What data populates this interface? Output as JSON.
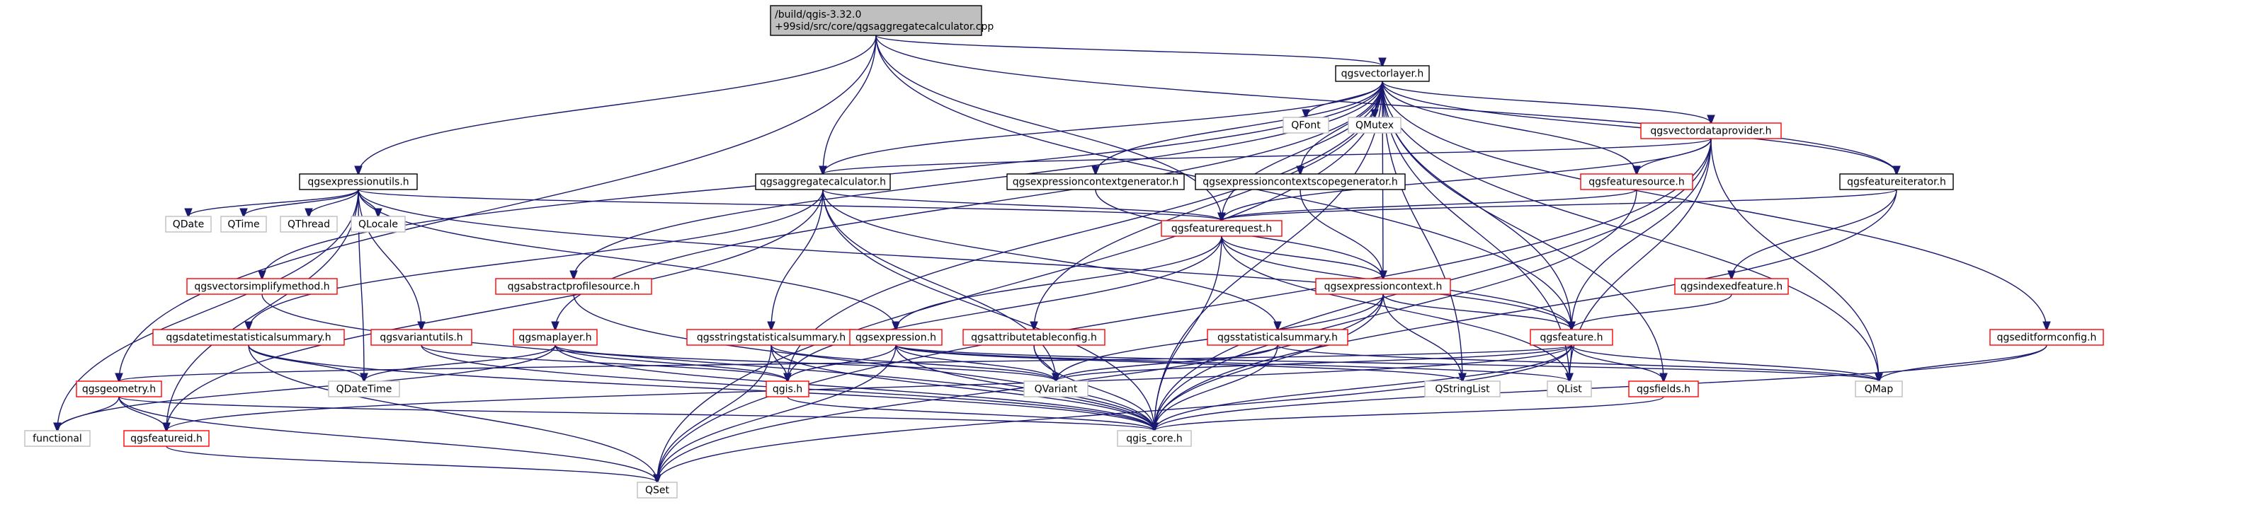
{
  "diagram": {
    "colors": {
      "edge": "#191970",
      "root_fill": "#bfbfbf",
      "root_border": "#000000",
      "node_fill": "#ffffff",
      "node_border_black": "#000000",
      "node_border_red": "#ff0000",
      "node_border_grey": "#bfbfbf"
    },
    "nodes": [
      {
        "id": "root",
        "label": [
          "/build/qgis-3.32.0",
          "+99sid/src/core/qgsaggregatecalculator.cpp"
        ],
        "style": "root"
      },
      {
        "id": "qgsvectorlayer",
        "label": [
          "qgsvectorlayer.h"
        ],
        "style": "black"
      },
      {
        "id": "qgsexpressionutils",
        "label": [
          "qgsexpressionutils.h"
        ],
        "style": "black"
      },
      {
        "id": "qgsaggregatecalculator",
        "label": [
          "qgsaggregatecalculator.h"
        ],
        "style": "black"
      },
      {
        "id": "qgsexpressioncontextgenerator",
        "label": [
          "qgsexpressioncontextgenerator.h"
        ],
        "style": "black"
      },
      {
        "id": "qgsexpressioncontextscopegenerator",
        "label": [
          "qgsexpressioncontextscopegenerator.h"
        ],
        "style": "black"
      },
      {
        "id": "qgsvectordataprovider",
        "label": [
          "qgsvectordataprovider.h"
        ],
        "style": "red"
      },
      {
        "id": "qgsfeaturesource",
        "label": [
          "qgsfeaturesource.h"
        ],
        "style": "red"
      },
      {
        "id": "qgsfeatureiterator",
        "label": [
          "qgsfeatureiterator.h"
        ],
        "style": "black"
      },
      {
        "id": "qgsfeaturerequest",
        "label": [
          "qgsfeaturerequest.h"
        ],
        "style": "red"
      },
      {
        "id": "qgsexpressioncontext",
        "label": [
          "qgsexpressioncontext.h"
        ],
        "style": "red"
      },
      {
        "id": "qgsindexedfeature",
        "label": [
          "qgsindexedfeature.h"
        ],
        "style": "red"
      },
      {
        "id": "qgsfeature",
        "label": [
          "qgsfeature.h"
        ],
        "style": "red"
      },
      {
        "id": "qgseditformconfig",
        "label": [
          "qgseditformconfig.h"
        ],
        "style": "red"
      },
      {
        "id": "qgsvectorsimplifymethod",
        "label": [
          "qgsvectorsimplifymethod.h"
        ],
        "style": "red"
      },
      {
        "id": "qgsabstractprofilesource",
        "label": [
          "qgsabstractprofilesource.h"
        ],
        "style": "red"
      },
      {
        "id": "qgsdatetimestatisticalsummary",
        "label": [
          "qgsdatetimestatisticalsummary.h"
        ],
        "style": "red"
      },
      {
        "id": "qgsvariantutils",
        "label": [
          "qgsvariantutils.h"
        ],
        "style": "red"
      },
      {
        "id": "qgsmaplayer",
        "label": [
          "qgsmaplayer.h"
        ],
        "style": "red"
      },
      {
        "id": "qgsstringstatisticalsummary",
        "label": [
          "qgsstringstatisticalsummary.h"
        ],
        "style": "red"
      },
      {
        "id": "qgsexpression",
        "label": [
          "qgsexpression.h"
        ],
        "style": "red"
      },
      {
        "id": "qgsattributetableconfig",
        "label": [
          "qgsattributetableconfig.h"
        ],
        "style": "red"
      },
      {
        "id": "qgsstatisticalsummary",
        "label": [
          "qgsstatisticalsummary.h"
        ],
        "style": "red"
      },
      {
        "id": "qgsfields",
        "label": [
          "qgsfields.h"
        ],
        "style": "red"
      },
      {
        "id": "qgsgeometry",
        "label": [
          "qgsgeometry.h"
        ],
        "style": "red"
      },
      {
        "id": "qgsfeatureid",
        "label": [
          "qgsfeatureid.h"
        ],
        "style": "red"
      },
      {
        "id": "qgis",
        "label": [
          "qgis.h"
        ],
        "style": "red"
      },
      {
        "id": "qgis_core",
        "label": [
          "qgis_core.h"
        ],
        "style": "grey"
      },
      {
        "id": "QSet",
        "label": [
          "QSet"
        ],
        "style": "grey"
      },
      {
        "id": "functional",
        "label": [
          "functional"
        ],
        "style": "grey"
      },
      {
        "id": "QDateTime",
        "label": [
          "QDateTime"
        ],
        "style": "grey"
      },
      {
        "id": "QVariant",
        "label": [
          "QVariant"
        ],
        "style": "grey"
      },
      {
        "id": "QStringList",
        "label": [
          "QStringList"
        ],
        "style": "grey"
      },
      {
        "id": "QList",
        "label": [
          "QList"
        ],
        "style": "grey"
      },
      {
        "id": "QMap",
        "label": [
          "QMap"
        ],
        "style": "grey"
      },
      {
        "id": "QFont",
        "label": [
          "QFont"
        ],
        "style": "grey"
      },
      {
        "id": "QMutex",
        "label": [
          "QMutex"
        ],
        "style": "grey"
      },
      {
        "id": "QDate",
        "label": [
          "QDate"
        ],
        "style": "grey"
      },
      {
        "id": "QTime",
        "label": [
          "QTime"
        ],
        "style": "grey"
      },
      {
        "id": "QThread",
        "label": [
          "QThread"
        ],
        "style": "grey"
      },
      {
        "id": "QLocale",
        "label": [
          "QLocale"
        ],
        "style": "grey"
      }
    ],
    "edges": [
      [
        "root",
        "qgsvectorlayer"
      ],
      [
        "root",
        "qgsexpressionutils"
      ],
      [
        "root",
        "qgsaggregatecalculator"
      ],
      [
        "root",
        "qgsfeaturerequest"
      ],
      [
        "root",
        "qgsfeature"
      ],
      [
        "root",
        "qgsgeometry"
      ],
      [
        "root",
        "qgsfeatureiterator"
      ],
      [
        "qgsvectorlayer",
        "qgsaggregatecalculator"
      ],
      [
        "qgsvectorlayer",
        "qgsexpressioncontextgenerator"
      ],
      [
        "qgsvectorlayer",
        "qgsexpressioncontextscopegenerator"
      ],
      [
        "qgsvectorlayer",
        "qgsvectordataprovider"
      ],
      [
        "qgsvectorlayer",
        "qgsfeaturesource"
      ],
      [
        "qgsvectorlayer",
        "qgsfeatureiterator"
      ],
      [
        "qgsvectorlayer",
        "qgsfeaturerequest"
      ],
      [
        "qgsvectorlayer",
        "qgsexpressioncontext"
      ],
      [
        "qgsvectorlayer",
        "qgsfeature"
      ],
      [
        "qgsvectorlayer",
        "qgseditformconfig"
      ],
      [
        "qgsvectorlayer",
        "qgsvectorsimplifymethod"
      ],
      [
        "qgsvectorlayer",
        "qgsabstractprofilesource"
      ],
      [
        "qgsvectorlayer",
        "qgsmaplayer"
      ],
      [
        "qgsvectorlayer",
        "qgsattributetableconfig"
      ],
      [
        "qgsvectorlayer",
        "qgsfields"
      ],
      [
        "qgsvectorlayer",
        "qgis"
      ],
      [
        "qgsvectorlayer",
        "qgis_core"
      ],
      [
        "qgsvectorlayer",
        "QSet"
      ],
      [
        "qgsvectorlayer",
        "QStringList"
      ],
      [
        "qgsvectorlayer",
        "QList"
      ],
      [
        "qgsvectorlayer",
        "QMap"
      ],
      [
        "qgsvectorlayer",
        "QFont"
      ],
      [
        "qgsvectorlayer",
        "QMutex"
      ],
      [
        "qgsexpressionutils",
        "QDate"
      ],
      [
        "qgsexpressionutils",
        "QTime"
      ],
      [
        "qgsexpressionutils",
        "QThread"
      ],
      [
        "qgsexpressionutils",
        "QLocale"
      ],
      [
        "qgsexpressionutils",
        "QDateTime"
      ],
      [
        "qgsexpressionutils",
        "functional"
      ],
      [
        "qgsexpressionutils",
        "qgsvariantutils"
      ],
      [
        "qgsexpressionutils",
        "qgsexpression"
      ],
      [
        "qgsexpressionutils",
        "qgsfeaturerequest"
      ],
      [
        "qgsexpressionutils",
        "qgsfeature"
      ],
      [
        "qgsexpressionutils",
        "qgsfeatureid"
      ],
      [
        "qgsaggregatecalculator",
        "qgsfeaturerequest"
      ],
      [
        "qgsaggregatecalculator",
        "qgsdatetimestatisticalsummary"
      ],
      [
        "qgsaggregatecalculator",
        "qgsstringstatisticalsummary"
      ],
      [
        "qgsaggregatecalculator",
        "qgsstatisticalsummary"
      ],
      [
        "qgsaggregatecalculator",
        "qgis_core"
      ],
      [
        "qgsaggregatecalculator",
        "QVariant"
      ],
      [
        "qgsaggregatecalculator",
        "qgsfeatureid"
      ],
      [
        "qgsexpressioncontextgenerator",
        "qgsexpressioncontext"
      ],
      [
        "qgsexpressioncontextscopegenerator",
        "qgsexpressioncontext"
      ],
      [
        "qgsvectordataprovider",
        "qgsaggregatecalculator"
      ],
      [
        "qgsvectordataprovider",
        "qgsfeaturesource"
      ],
      [
        "qgsvectordataprovider",
        "qgsfeaturerequest"
      ],
      [
        "qgsvectordataprovider",
        "qgsfeature"
      ],
      [
        "qgsvectordataprovider",
        "qgis_core"
      ],
      [
        "qgsvectordataprovider",
        "QSet"
      ],
      [
        "qgsvectordataprovider",
        "QMap"
      ],
      [
        "qgsvectordataprovider",
        "QList"
      ],
      [
        "qgsfeaturesource",
        "qgsfeaturerequest"
      ],
      [
        "qgsfeaturesource",
        "qgis_core"
      ],
      [
        "qgsfeatureiterator",
        "qgsfeaturerequest"
      ],
      [
        "qgsfeatureiterator",
        "qgsindexedfeature"
      ],
      [
        "qgsfeatureiterator",
        "qgis_core"
      ],
      [
        "qgsfeaturerequest",
        "qgsexpressioncontext"
      ],
      [
        "qgsfeaturerequest",
        "qgsexpression"
      ],
      [
        "qgsfeaturerequest",
        "qgsfeature"
      ],
      [
        "qgsfeaturerequest",
        "qgis"
      ],
      [
        "qgsfeaturerequest",
        "qgis_core"
      ],
      [
        "qgsfeaturerequest",
        "QList"
      ],
      [
        "qgsexpressioncontext",
        "qgsfeature"
      ],
      [
        "qgsexpressioncontext",
        "qgis_core"
      ],
      [
        "qgsexpressioncontext",
        "QVariant"
      ],
      [
        "qgsexpressioncontext",
        "QStringList"
      ],
      [
        "qgsexpressioncontext",
        "QSet"
      ],
      [
        "qgsindexedfeature",
        "qgsfeature"
      ],
      [
        "qgsfeature",
        "qgsfields"
      ],
      [
        "qgsfeature",
        "qgsgeometry"
      ],
      [
        "qgsfeature",
        "qgis_core"
      ],
      [
        "qgsfeature",
        "QVariant"
      ],
      [
        "qgsfeature",
        "QList"
      ],
      [
        "qgsfeature",
        "QMap"
      ],
      [
        "qgsfeature",
        "QSet"
      ],
      [
        "qgsfeature",
        "qgsfeatureid"
      ],
      [
        "qgseditformconfig",
        "qgis_core"
      ],
      [
        "qgseditformconfig",
        "QMap"
      ],
      [
        "qgsvectorsimplifymethod",
        "qgis_core"
      ],
      [
        "qgsabstractprofilesource",
        "qgis_core"
      ],
      [
        "qgsdatetimestatisticalsummary",
        "QDateTime"
      ],
      [
        "qgsdatetimestatisticalsummary",
        "QSet"
      ],
      [
        "qgsdatetimestatisticalsummary",
        "qgis_core"
      ],
      [
        "qgsvariantutils",
        "qgis_core"
      ],
      [
        "qgsvariantutils",
        "qgis"
      ],
      [
        "qgsmaplayer",
        "qgis"
      ],
      [
        "qgsmaplayer",
        "qgis_core"
      ],
      [
        "qgsmaplayer",
        "QDateTime"
      ],
      [
        "qgsmaplayer",
        "QVariant"
      ],
      [
        "qgsmaplayer",
        "functional"
      ],
      [
        "qgsstringstatisticalsummary",
        "qgis_core"
      ],
      [
        "qgsstringstatisticalsummary",
        "QSet"
      ],
      [
        "qgsstringstatisticalsummary",
        "QVariant"
      ],
      [
        "qgsstringstatisticalsummary",
        "qgis"
      ],
      [
        "qgsexpression",
        "qgis"
      ],
      [
        "qgsexpression",
        "qgis_core"
      ],
      [
        "qgsexpression",
        "QVariant"
      ],
      [
        "qgsexpression",
        "QStringList"
      ],
      [
        "qgsexpression",
        "QSet"
      ],
      [
        "qgsexpression",
        "QList"
      ],
      [
        "qgsexpression",
        "QMap"
      ],
      [
        "qgsattributetableconfig",
        "qgis_core"
      ],
      [
        "qgsattributetableconfig",
        "QVariant"
      ],
      [
        "qgsstatisticalsummary",
        "qgis_core"
      ],
      [
        "qgsstatisticalsummary",
        "QVariant"
      ],
      [
        "qgsstatisticalsummary",
        "QMap"
      ],
      [
        "qgsfields",
        "qgis_core"
      ],
      [
        "qgsgeometry",
        "functional"
      ],
      [
        "qgsgeometry",
        "qgsfeatureid"
      ],
      [
        "qgsgeometry",
        "qgis_core"
      ],
      [
        "qgsgeometry",
        "QSet"
      ],
      [
        "qgsfeatureid",
        "QSet"
      ],
      [
        "qgis",
        "qgis_core"
      ]
    ]
  }
}
